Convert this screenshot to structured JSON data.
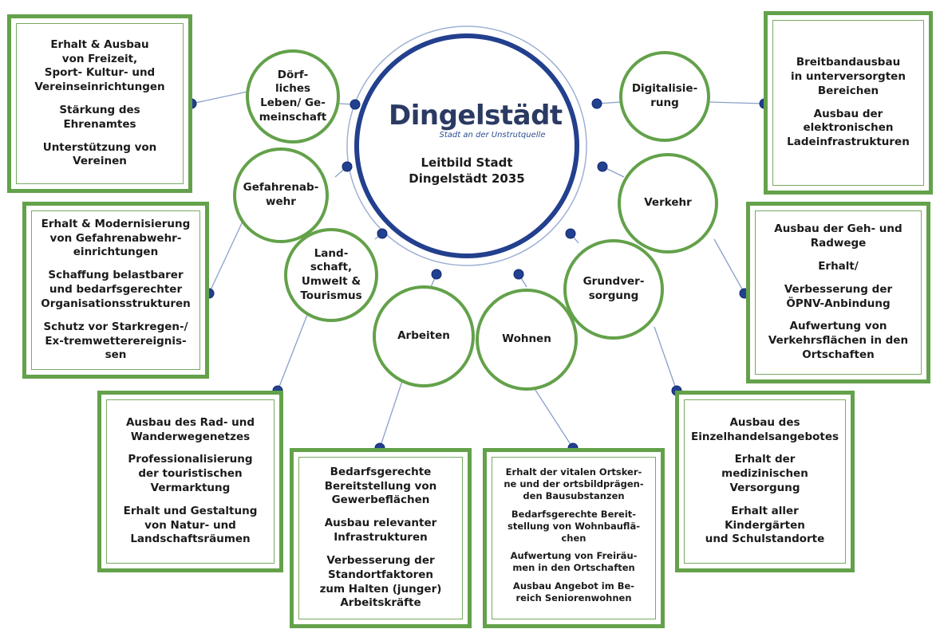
{
  "colors": {
    "green": "#63a14a",
    "navy": "#23408e",
    "line": "#8aa0c9"
  },
  "logo": {
    "name": "Dingelstädt",
    "tagline": "Stadt an der Unstrutquelle"
  },
  "center": {
    "title": "Leitbild Stadt\nDingelstädt 2035"
  },
  "topics": [
    {
      "id": "doerfliches-leben",
      "label": "Dörf-\nliches\nLeben/ Ge-\nmeinschaft"
    },
    {
      "id": "gefahrenabwehr",
      "label": "Gefahrenab-\nwehr"
    },
    {
      "id": "landschaft",
      "label": "Land-\nschaft,\nUmwelt &\nTourismus"
    },
    {
      "id": "arbeiten",
      "label": "Arbeiten"
    },
    {
      "id": "wohnen",
      "label": "Wohnen"
    },
    {
      "id": "grundversorgung",
      "label": "Grundver-\nsorgung"
    },
    {
      "id": "verkehr",
      "label": "Verkehr"
    },
    {
      "id": "digitalisierung",
      "label": "Digitalisie-\nrung"
    }
  ],
  "boxes": [
    {
      "id": "doerfliches-leben",
      "items": [
        "Erhalt & Ausbau\nvon Freizeit,\nSport- Kultur- und\nVereinseinrichtungen",
        "Stärkung des\nEhrenamtes",
        "Unterstützung von\nVereinen"
      ]
    },
    {
      "id": "gefahrenabwehr",
      "items": [
        "Erhalt & Modernisierung\nvon Gefahrenabwehr-\neinrichtungen",
        "Schaffung belastbarer\nund bedarfsgerechter\nOrganisationsstrukturen",
        "Schutz vor Starkregen-/\nEx-tremwetterereignis-\nsen"
      ]
    },
    {
      "id": "landschaft",
      "items": [
        "Ausbau des Rad- und\nWanderwegenetzes",
        "Professionalisierung\nder touristischen\nVermarktung",
        "Erhalt und Gestaltung\nvon Natur- und\nLandschaftsräumen"
      ]
    },
    {
      "id": "arbeiten",
      "items": [
        "Bedarfsgerechte\nBereitstellung von\nGewerbeflächen",
        "Ausbau relevanter\nInfrastrukturen",
        "Verbesserung der\nStandortfaktoren\nzum Halten (junger)\nArbeitskräfte"
      ]
    },
    {
      "id": "wohnen",
      "items": [
        "Erhalt der vitalen Ortsker-\nne und der ortsbildprägen-\nden Bausubstanzen",
        "Bedarfsgerechte Bereit-\nstellung von Wohnbauflä-\nchen",
        "Aufwertung von Freiräu-\nmen in den Ortschaften",
        "Ausbau Angebot im Be-\nreich Seniorenwohnen"
      ]
    },
    {
      "id": "grundversorgung",
      "items": [
        "Ausbau des\nEinzelhandelsangebotes",
        "Erhalt der medizinischen\nVersorgung",
        "Erhalt aller Kindergärten\nund Schulstandorte"
      ]
    },
    {
      "id": "verkehr",
      "items": [
        "Ausbau der Geh- und\nRadwege",
        "Erhalt/",
        "Verbesserung der\nÖPNV-Anbindung",
        "Aufwertung von\nVerkehrsflächen in den\nOrtschaften"
      ]
    },
    {
      "id": "digitalisierung",
      "items": [
        "Breitbandausbau\nin unterversorgten\nBereichen",
        "Ausbau der\nelektronischen\nLadeinfrastrukturen"
      ]
    }
  ]
}
